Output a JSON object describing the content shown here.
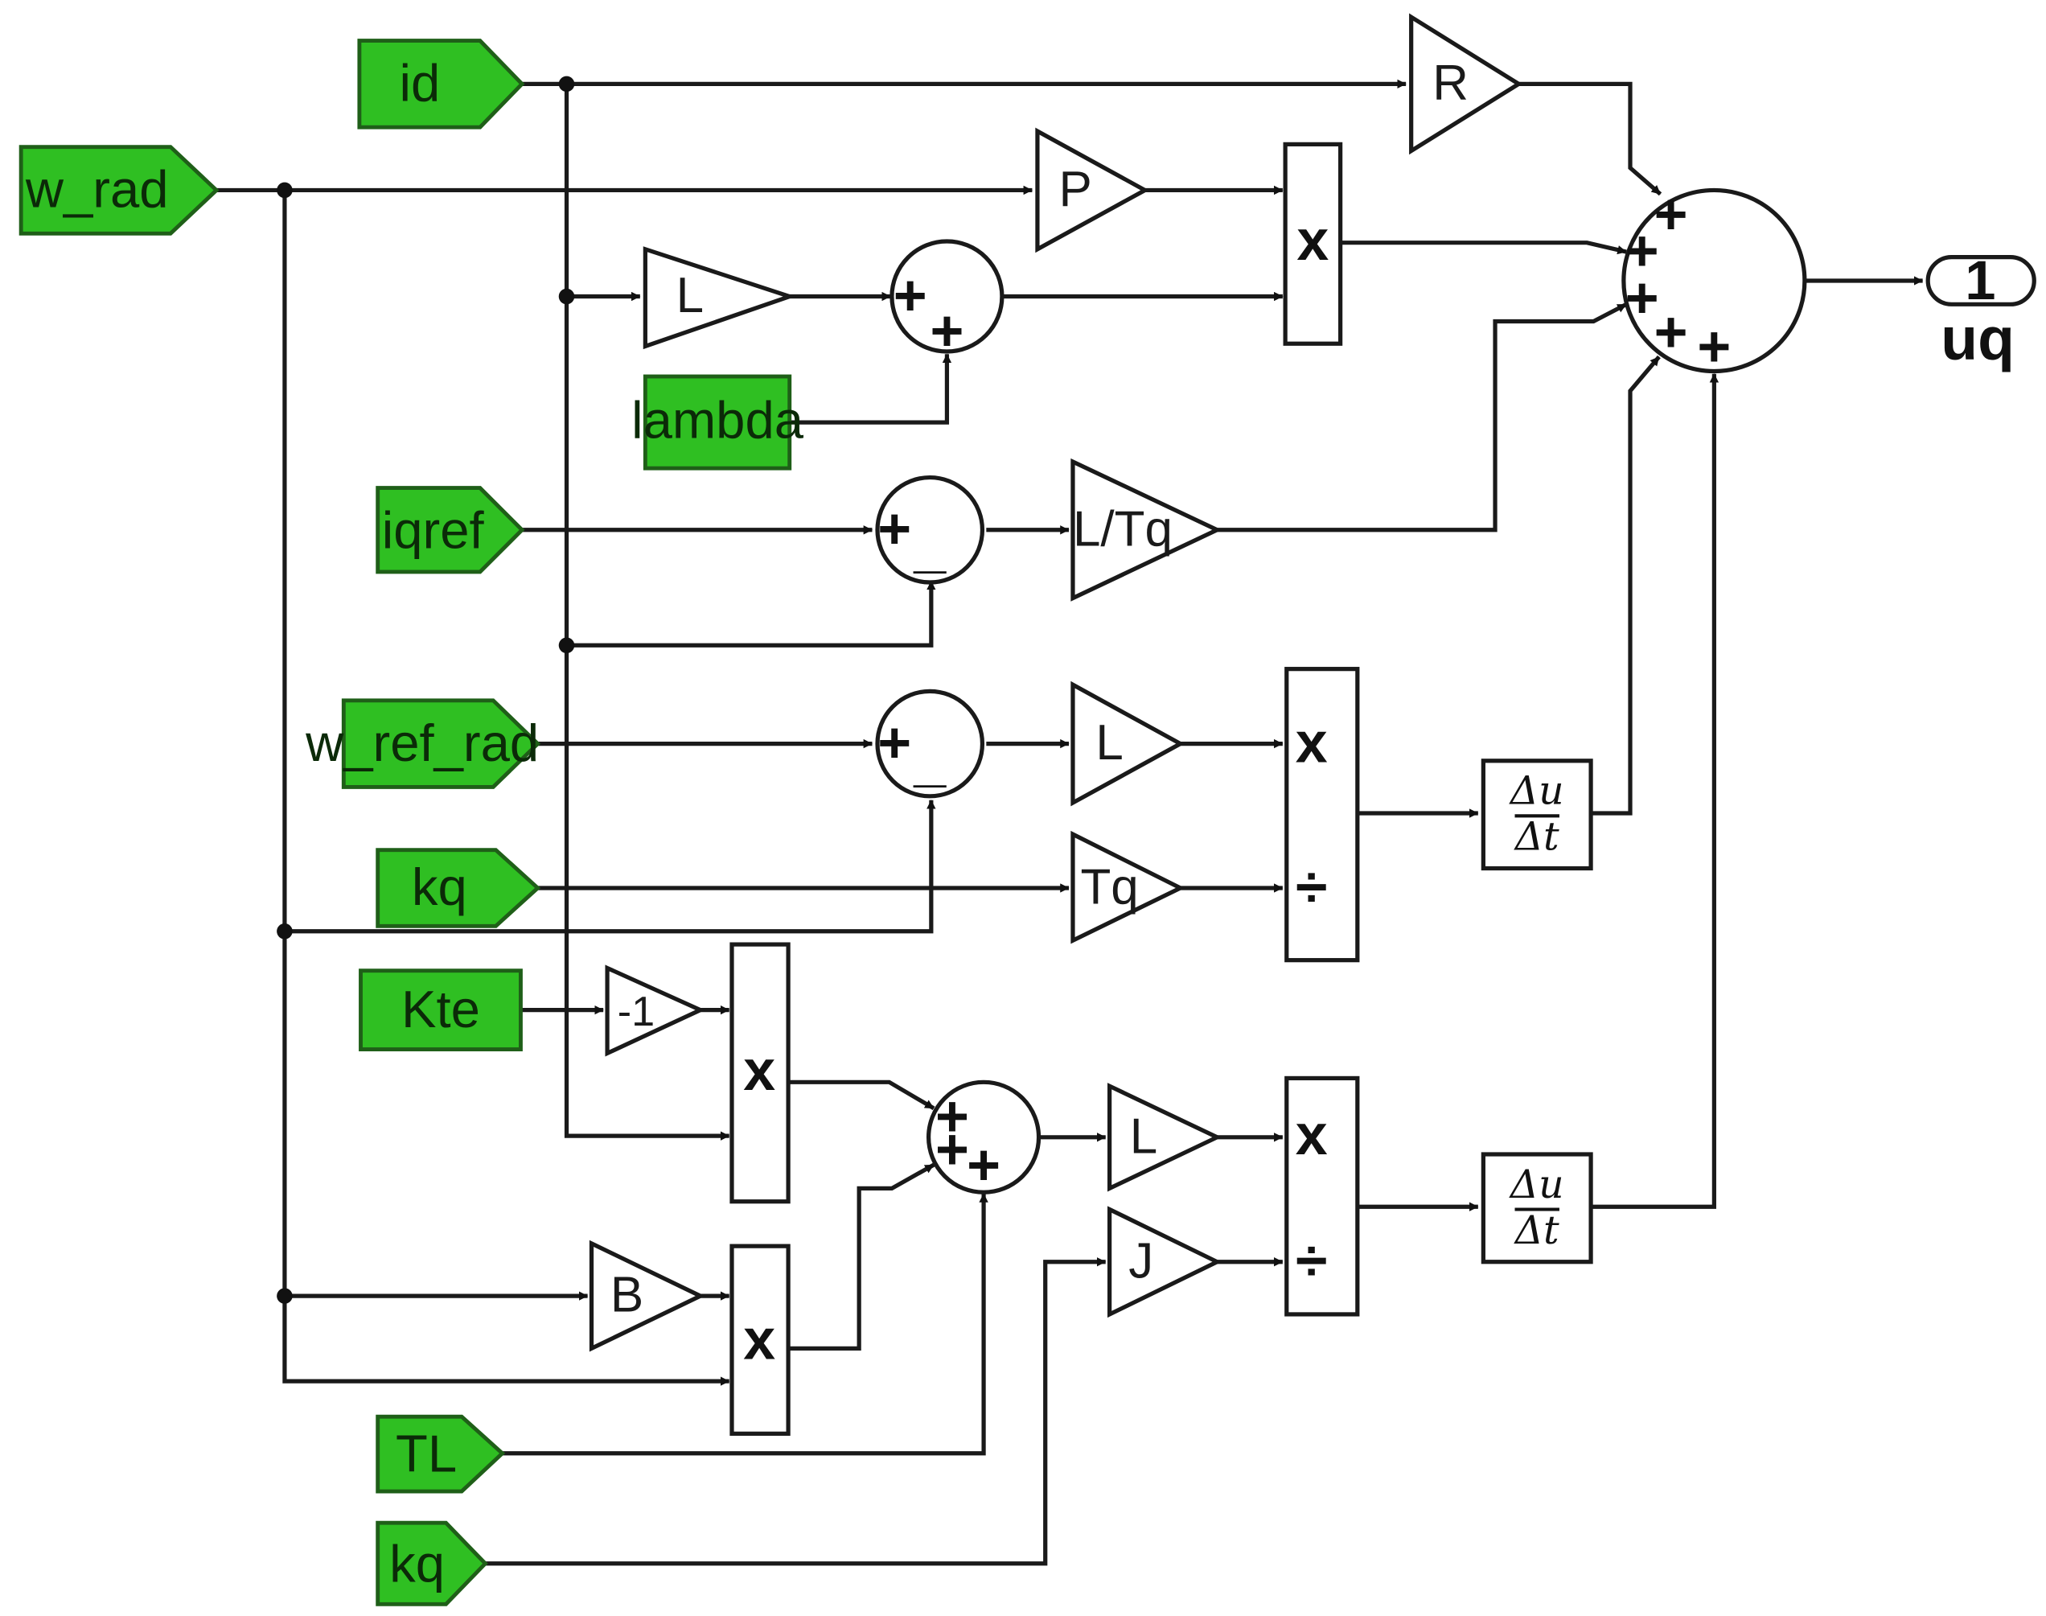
{
  "inputs": {
    "id": "id",
    "w_rad": "w_rad",
    "lambda": "lambda",
    "iqref": "iqref",
    "w_ref_rad": "w_ref_rad",
    "kq_1": "kq",
    "Kte": "Kte",
    "TL": "TL",
    "kq_2": "kq"
  },
  "gains": {
    "R": "R",
    "P": "P",
    "L_1": "L",
    "L_over_Tq": "L/Tq",
    "L_2": "L",
    "Tq": "Tq",
    "neg1": "-1",
    "B": "B",
    "L_3": "L",
    "J": "J"
  },
  "operators": {
    "multiply": "x",
    "divide": "÷",
    "plus": "+",
    "minus": "_"
  },
  "derivative": {
    "numerator": "Δu",
    "denominator": "Δt"
  },
  "output": {
    "port_number": "1",
    "name": "uq"
  }
}
